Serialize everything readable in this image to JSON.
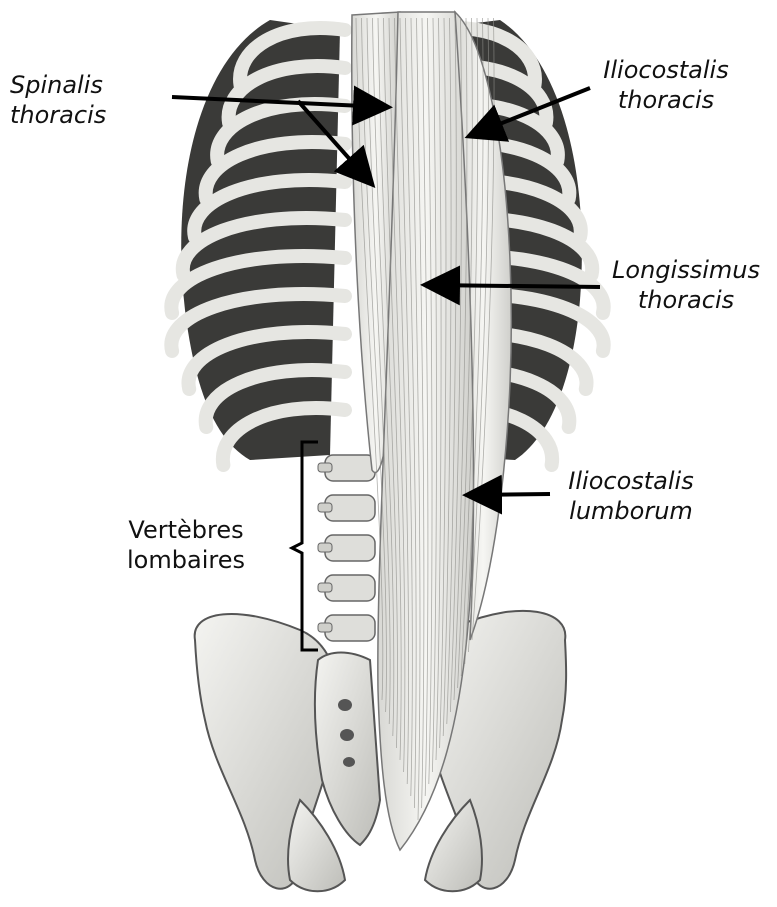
{
  "labels": {
    "spinalis": {
      "line1": "Spinalis",
      "line2": "thoracis"
    },
    "iliocostalis_thoracis": {
      "line1": "Iliocostalis",
      "line2": "thoracis"
    },
    "longissimus": {
      "line1": "Longissimus",
      "line2": "thoracis"
    },
    "iliocostalis_lumborum": {
      "line1": "Iliocostalis",
      "line2": "lumborum"
    },
    "vertebres": {
      "line1": "Vertèbres",
      "line2": "lombaires"
    }
  },
  "colors": {
    "bone": "#e9e9e6",
    "bone_shadow": "#6f6f6b",
    "muscle": "#f1f1ee",
    "muscle_fiber": "#9a9a95",
    "arrow": "#000000",
    "text": "#111111"
  }
}
